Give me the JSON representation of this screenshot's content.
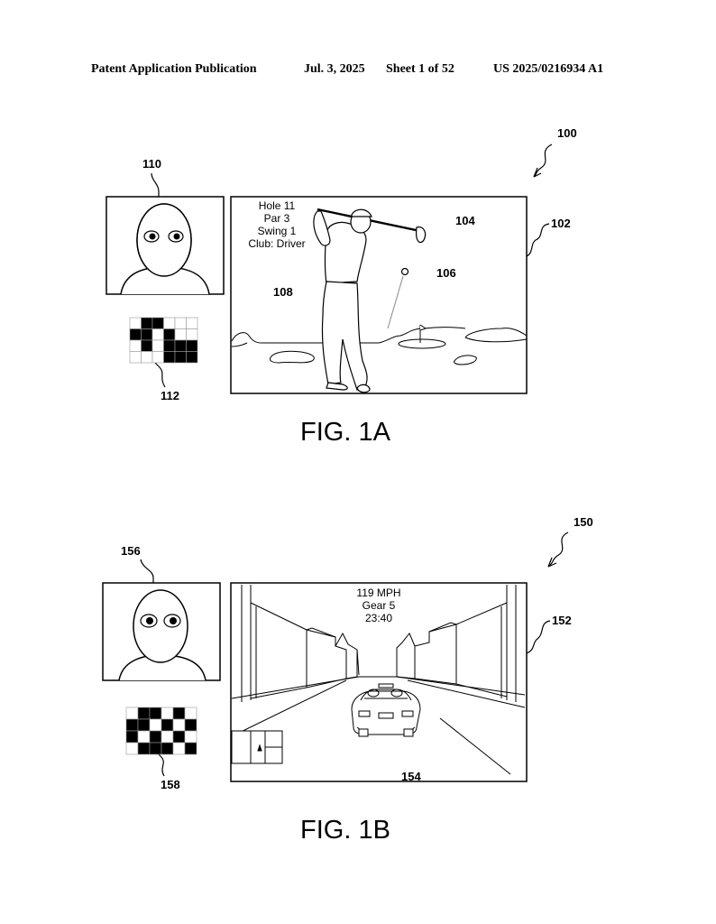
{
  "header": {
    "publication": "Patent Application Publication",
    "date": "Jul. 3, 2025",
    "sheet": "Sheet 1 of 52",
    "number": "US 2025/0216934 A1"
  },
  "fig1a": {
    "caption": "FIG. 1A",
    "refs": {
      "system": "100",
      "screen": "102",
      "club": "104",
      "ball": "106",
      "hud": "108",
      "face": "110",
      "code": "112"
    },
    "hud_lines": [
      "Hole 11",
      "Par 3",
      "Swing 1",
      "Club: Driver"
    ],
    "code_grid": [
      [
        0,
        1,
        1,
        0,
        0,
        0
      ],
      [
        1,
        1,
        0,
        1,
        0,
        0
      ],
      [
        0,
        1,
        0,
        1,
        1,
        1
      ],
      [
        0,
        0,
        0,
        1,
        1,
        1
      ]
    ]
  },
  "fig1b": {
    "caption": "FIG. 1B",
    "refs": {
      "system": "150",
      "screen": "152",
      "car": "154",
      "face": "156",
      "code": "158"
    },
    "hud_lines": [
      "119 MPH",
      "Gear 5",
      "23:40"
    ],
    "code_grid": [
      [
        0,
        1,
        1,
        0,
        1,
        0
      ],
      [
        1,
        1,
        0,
        1,
        0,
        1
      ],
      [
        1,
        0,
        1,
        0,
        1,
        0
      ],
      [
        0,
        1,
        1,
        1,
        0,
        1
      ]
    ]
  }
}
